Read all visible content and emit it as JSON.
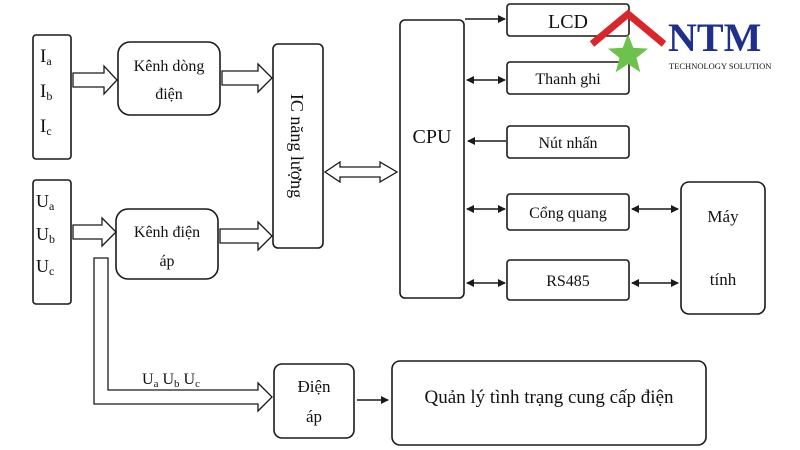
{
  "inputs": {
    "current": [
      "I",
      "I",
      "I"
    ],
    "current_sub": [
      "a",
      "b",
      "c"
    ],
    "voltage": [
      "U",
      "U",
      "U"
    ],
    "voltage_sub": [
      "a",
      "b",
      "c"
    ]
  },
  "channels": {
    "current_line1": "Kênh dòng",
    "current_line2": "điện",
    "voltage_line1": "Kênh điện",
    "voltage_line2": "áp"
  },
  "energy_ic": "IC năng lượng",
  "cpu": "CPU",
  "peripherals": {
    "lcd": "LCD",
    "register": "Thanh ghi",
    "button": "Nút nhấn",
    "optical_port": "Cổng quang",
    "rs485": "RS485"
  },
  "computer": {
    "line1": "Máy",
    "line2": "tính"
  },
  "tap_label": {
    "parts": [
      "U",
      "a",
      " U",
      "b",
      " U",
      "c"
    ]
  },
  "voltage_box": {
    "line1": "Điện",
    "line2": "áp"
  },
  "management": "Quản lý tình trạng cung cấp điện",
  "logo": {
    "name": "NTM",
    "tagline": "TECHNOLOGY SOLUTION",
    "colors": {
      "navy": "#1e2f8c",
      "green": "#6cc24a",
      "red": "#d9262c"
    }
  }
}
